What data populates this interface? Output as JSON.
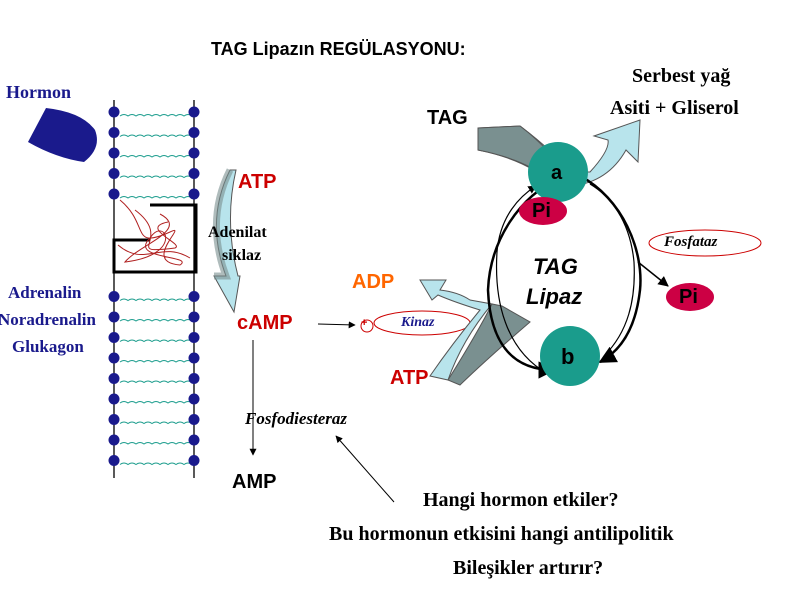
{
  "title": "TAG Lipazın REGÜLASYONU:",
  "labels": {
    "hormon": "Hormon",
    "hormones": [
      "Adrenalin",
      "Noradrenalin",
      "Glukagon"
    ],
    "atp_top": "ATP",
    "adenilat": [
      "Adenilat",
      "siklaz"
    ],
    "camp": "cAMP",
    "fosfodiesteraz": "Fosfodiesteraz",
    "amp": "AMP",
    "tag": "TAG",
    "products": [
      "Serbest yağ",
      "Asiti + Gliserol"
    ],
    "adp": "ADP",
    "atp_bottom": "ATP",
    "kinaz": "Kinaz",
    "plus": "+",
    "fosfataz": "Fosfataz",
    "circle_a": "a",
    "circle_b": "b",
    "pi": "Pi",
    "tag_lipaz": [
      "TAG",
      "Lipaz"
    ]
  },
  "questions": [
    "Hangi hormon etkiler?",
    "Bu hormonun etkisini hangi antilipolitik",
    "Bileşikler artırır?"
  ],
  "colors": {
    "navy": "#1a1a8c",
    "red": "#cc0000",
    "orange": "#ff6600",
    "teal": "#1a9c8c",
    "pi_fill": "#cc0044",
    "gray_arrow": "#7a9090",
    "light_blue_arrow": "#b8e4ec"
  }
}
